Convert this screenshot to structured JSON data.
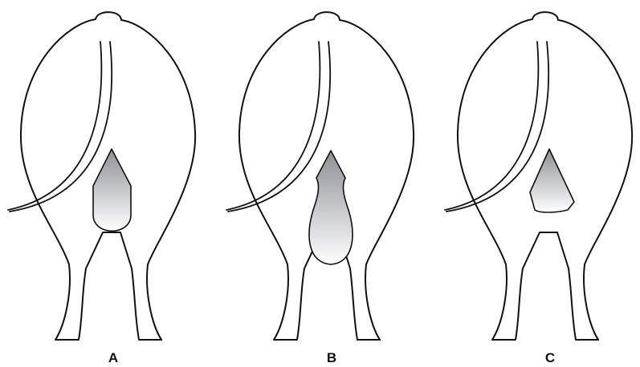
{
  "panels": [
    {
      "label": "A",
      "udder_type": "medium"
    },
    {
      "label": "B",
      "udder_type": "pendulous"
    },
    {
      "label": "C",
      "udder_type": "small"
    }
  ],
  "colors": {
    "outline": "#111111",
    "udder_gradient_top": "#8d9096",
    "udder_gradient_bottom": "#ffffff",
    "background": "#ffffff"
  }
}
